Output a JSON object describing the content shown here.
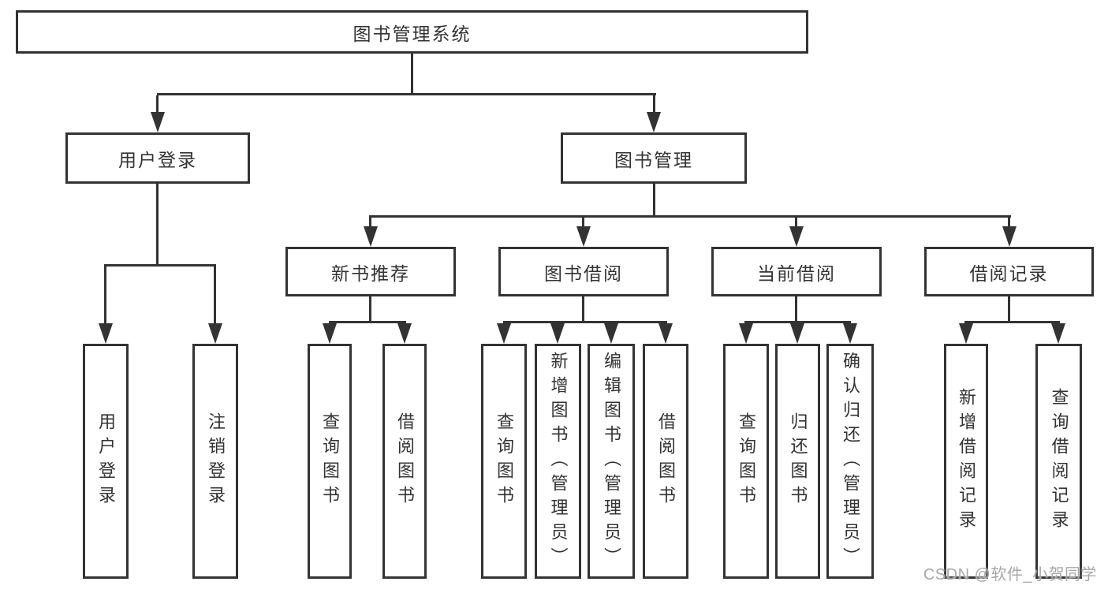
{
  "diagram": {
    "root": {
      "label": "图书管理系统"
    },
    "branches": [
      {
        "label": "用户登录",
        "children": [
          {
            "label": "用户登录"
          },
          {
            "label": "注销登录"
          }
        ]
      },
      {
        "label": "图书管理",
        "children": [
          {
            "label": "新书推荐",
            "children": [
              {
                "label": "查询图书"
              },
              {
                "label": "借阅图书"
              }
            ]
          },
          {
            "label": "图书借阅",
            "children": [
              {
                "label": "查询图书"
              },
              {
                "label": "新增图书（管理员）"
              },
              {
                "label": "编辑图书（管理员）"
              },
              {
                "label": "借阅图书"
              }
            ]
          },
          {
            "label": "当前借阅",
            "children": [
              {
                "label": "查询图书"
              },
              {
                "label": "归还图书"
              },
              {
                "label": "确认归还（管理员）"
              }
            ]
          },
          {
            "label": "借阅记录",
            "children": [
              {
                "label": "新增借阅记录"
              },
              {
                "label": "查询借阅记录"
              }
            ]
          }
        ]
      }
    ]
  },
  "watermark": {
    "text": "CSDN @软件_小贺同学"
  },
  "colors": {
    "line": "#333333",
    "border": "#333333",
    "text": "#333333",
    "background": "#ffffff",
    "watermark": "#a8a8a8"
  }
}
